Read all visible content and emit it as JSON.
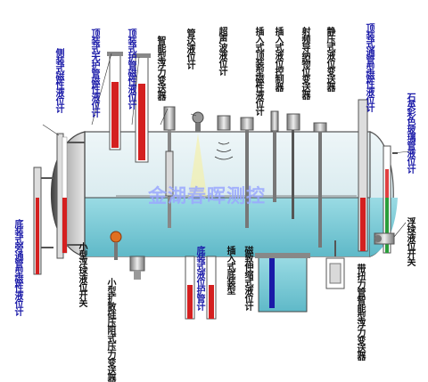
{
  "labels": {
    "side_magnetic": "侧装式磁性液位计",
    "top_no_tube": "顶装式无护管磁性液位计",
    "top_tube": "顶装式护管磁性液位计",
    "smart_float": "智能型浮力变送器",
    "tube_level": "管达液位计",
    "ultrasonic": "超声波液位计",
    "insert_top": "插入式顶装型磁性液位计",
    "insert_control": "插入式液位控制器",
    "rf_admittance": "射频导纳物位变送器",
    "static_pressure": "静压式液位变送器",
    "top_through_tube": "顶装式通管型磁性液位计",
    "quartz_glass": "石英彩色玻璃管液位计",
    "float_switch_right": "浮球液位开关",
    "bottom_side_tube": "底装式旁通管型磁性液位计",
    "small_float_switch": "小型浮球液位开关",
    "small_diffused_si": "小型扩散硅压阻式压力变送器",
    "bottom_protect_tube": "底装式液位护管计",
    "insert_bottom": "插入式底装型",
    "magnetostrictive": "磁致伸缩式液位计",
    "torque_tube": "带扭力管智能型浮力变送器",
    "watermark": "金湖春晖测控"
  },
  "colors": {
    "vessel_gas": "#cfe7ec",
    "vessel_liquid": "#8fd6e0",
    "instrument_blue": "#1a1aa8",
    "gauge_red": "#d42020"
  }
}
